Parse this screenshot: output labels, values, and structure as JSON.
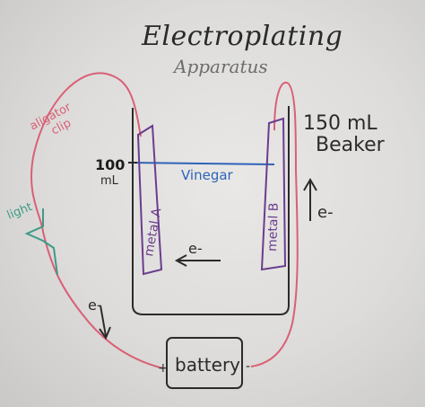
{
  "title": "Electroplating",
  "subtitle": "Apparatus",
  "beaker_label_line1": "150 mL",
  "beaker_label_line2": "Beaker",
  "mark_label_top": "100",
  "mark_label_bottom": "mL",
  "liquid_label": "Vinegar",
  "electrode_left_label": "metal A",
  "electrode_right_label": "metal B",
  "clip_label_line1": "aligator",
  "clip_label_line2": "clip",
  "light_label": "light",
  "battery_label": "battery",
  "battery_plus": "+",
  "battery_minus": "-",
  "electron_label_right": "e-",
  "electron_label_middle": "e-",
  "electron_label_left": "e-",
  "colors": {
    "wire": "#d96075",
    "light_wire": "#3e9b86",
    "electrode": "#6b3c8e",
    "liquid": "#2e64b8",
    "ink": "#2b2b2b"
  }
}
